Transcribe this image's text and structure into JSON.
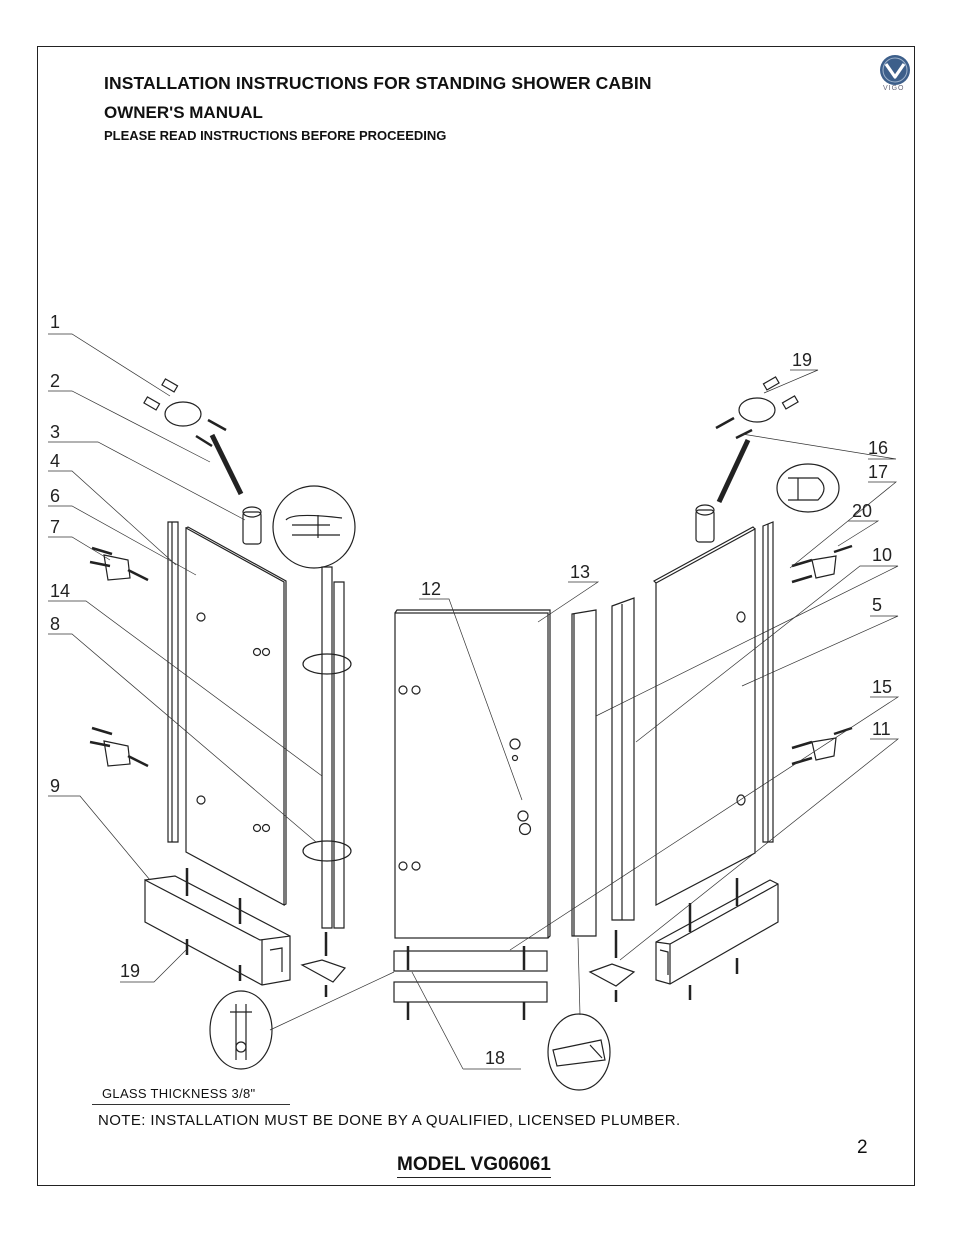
{
  "header": {
    "title": "INSTALLATION INSTRUCTIONS FOR  STANDING SHOWER CABIN",
    "subtitle": "OWNER'S MANUAL",
    "notice": "PLEASE READ INSTRUCTIONS BEFORE PROCEEDING"
  },
  "logo": {
    "icon": "vigo-logo-icon",
    "text": "VIGO",
    "color": "#3d5f8a"
  },
  "callouts": {
    "c1": "1",
    "c2": "2",
    "c3": "3",
    "c4": "4",
    "c6": "6",
    "c7": "7",
    "c14": "14",
    "c8": "8",
    "c9": "9",
    "c19a": "19",
    "c12": "12",
    "c13": "13",
    "c19b": "19",
    "c16": "16",
    "c17": "17",
    "c20": "20",
    "c10": "10",
    "c5": "5",
    "c15": "15",
    "c11": "11",
    "c18": "18"
  },
  "footer": {
    "glass_note": "GLASS THICKNESS 3/8\"",
    "plumber_note": "NOTE: INSTALLATION MUST BE DONE BY A QUALIFIED, LICENSED PLUMBER.",
    "page_number": "2",
    "model": "MODEL VG06061"
  }
}
